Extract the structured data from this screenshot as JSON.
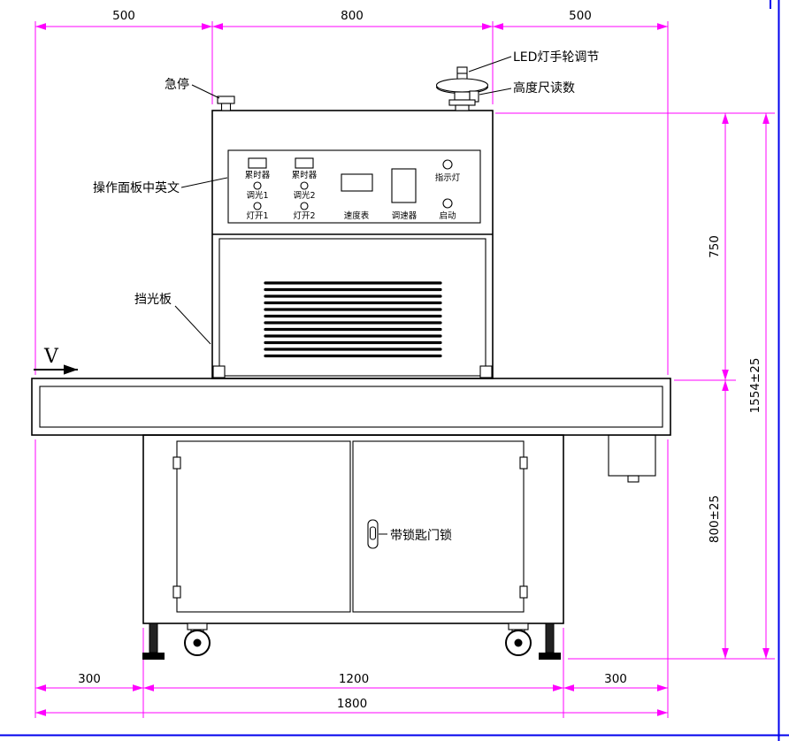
{
  "drawing": {
    "callouts": {
      "emergency_stop": "急停",
      "led_handwheel": "LED灯手轮调节",
      "height_scale": "高度尺读数",
      "operation_panel": "操作面板中英文",
      "light_shield": "挡光板",
      "door_lock": "带锁匙门锁",
      "direction": "V"
    },
    "panel": {
      "timer1": "累时器",
      "timer2": "累时器",
      "dimmer1": "调光1",
      "dimmer2": "调光2",
      "lamp1": "灯开1",
      "lamp2": "灯开2",
      "speed_meter": "速度表",
      "speed_governor": "调速器",
      "indicator": "指示灯",
      "start": "启动"
    },
    "dims": {
      "top_left": "500",
      "top_center": "800",
      "top_right": "500",
      "right_upper": "750",
      "right_total": "1554±25",
      "right_lower": "800±25",
      "bottom_left": "300",
      "bottom_center": "1200",
      "bottom_right": "300",
      "bottom_total": "1800"
    },
    "colors": {
      "dimension": "#FF00FF",
      "outline": "#000000",
      "frame": "#0000EE"
    }
  }
}
